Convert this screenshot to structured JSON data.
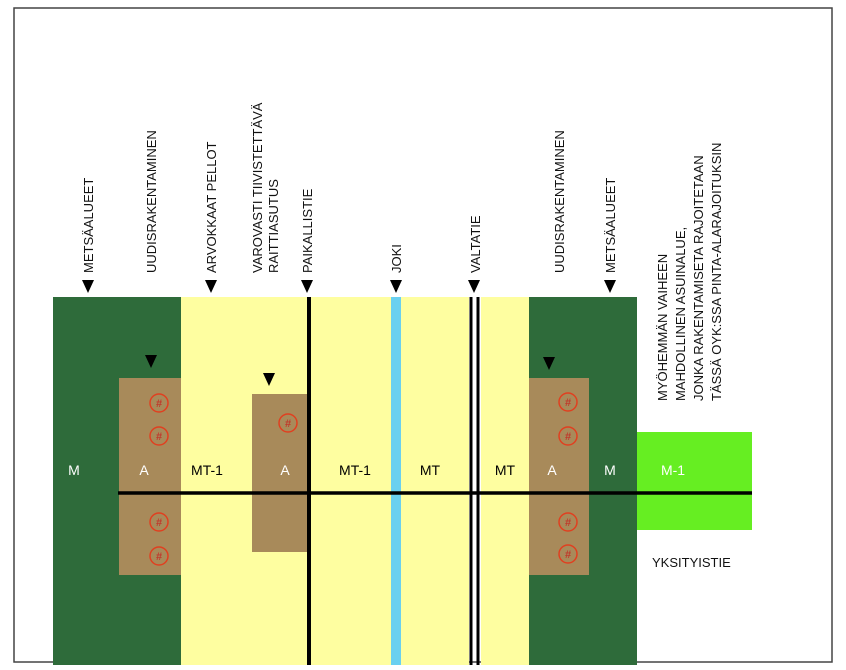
{
  "colors": {
    "forest": "#2e6b3a",
    "field": "#fefea0",
    "building": "#a88a5a",
    "river": "#6ad0f0",
    "private_road_zone": "#66ee22",
    "road": "#000000",
    "plot_marker": "#e04020",
    "frame": "#444444"
  },
  "labels": {
    "metsaalueet_left": "METSÄALUEET",
    "uudisrakentaminen_left": "UUDISRAKENTAMINEN",
    "arvokkaat_pellot": "ARVOKKAAT PELLOT",
    "varovasti_line1": "VAROVASTI TIIVISTETTÄVÄ",
    "varovasti_line2": "RAITTIASUTUS",
    "paikallistie": "PAIKALLISTIE",
    "joki": "JOKI",
    "valtatie": "VALTATIE",
    "uudisrakentaminen_right": "UUDISRAKENTAMINEN",
    "metsaalueet_right": "METSÄALUEET",
    "note_line1": "MYÖHEMMÄN VAIHEEN",
    "note_line2": "MAHDOLLINEN ASUINALUE,",
    "note_line3": "JONKA RAKENTAMISETA RAJOITETAAN",
    "note_line4": "TÄSSÄ OYK:SSA PINTA-ALARAJOITUKSIN",
    "yksityistie": "YKSITYISTIE"
  },
  "zones": {
    "m_left": "M",
    "a_left": "A",
    "mt1_left": "MT-1",
    "a_mid": "A",
    "mt1_mid": "MT-1",
    "mt_a": "MT",
    "mt_b": "MT",
    "a_right": "A",
    "m_right": "M",
    "m1": "M-1"
  },
  "plot_marker": "#"
}
